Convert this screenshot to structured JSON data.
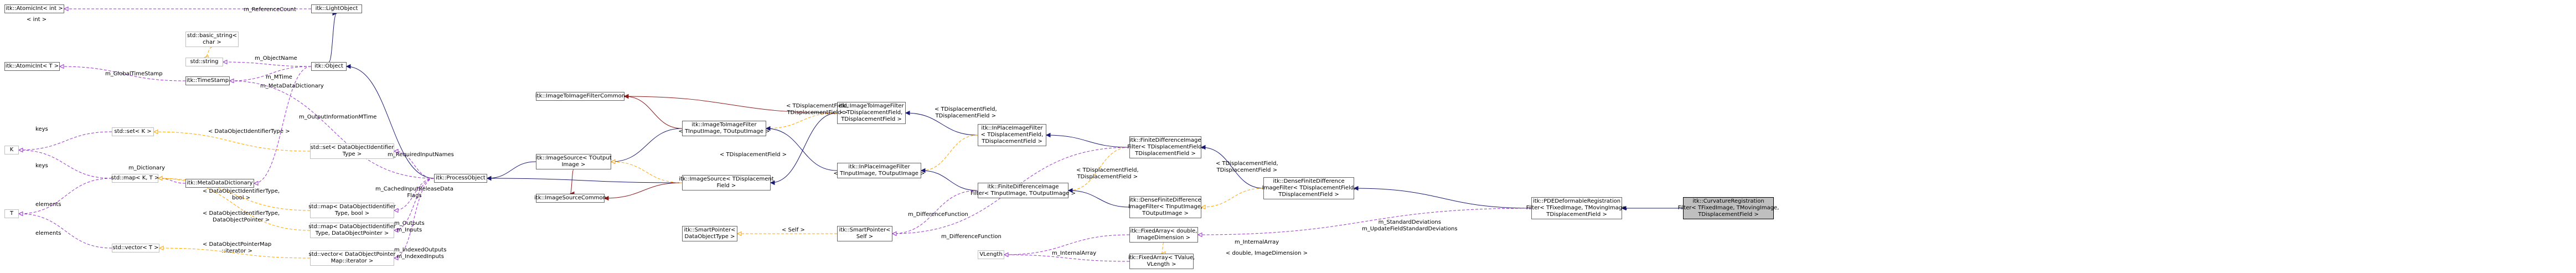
{
  "nodes": [
    {
      "id": "atomic_int",
      "text": "itk::AtomicInt< int >"
    },
    {
      "id": "basic_string",
      "text": "std::basic_string<\nchar >"
    },
    {
      "id": "atomic_T",
      "text": "itk::AtomicInt< T >"
    },
    {
      "id": "K",
      "text": "K"
    },
    {
      "id": "T",
      "text": "T"
    },
    {
      "id": "set_K",
      "text": "std::set< K >"
    },
    {
      "id": "map_KT",
      "text": "std::map< K, T >"
    },
    {
      "id": "vector_T",
      "text": "std::vector< T >"
    },
    {
      "id": "light_object",
      "text": "itk::LightObject"
    },
    {
      "id": "std_string",
      "text": "std::string"
    },
    {
      "id": "time_stamp",
      "text": "itk::TimeStamp"
    },
    {
      "id": "object",
      "text": "itk::Object"
    },
    {
      "id": "meta_data_dict",
      "text": "itk::MetaDataDictionary"
    },
    {
      "id": "set_doid",
      "text": "std::set< DataObjectIdentifier\nType >"
    },
    {
      "id": "map_doid_bool",
      "text": "std::map< DataObjectIdentifier\nType, bool >"
    },
    {
      "id": "map_doid_ptr",
      "text": "std::map< DataObjectIdentifier\nType, DataObjectPointer >"
    },
    {
      "id": "vector_dopm",
      "text": "std::vector< DataObjectPointer\nMap::iterator >"
    },
    {
      "id": "process_object",
      "text": "itk::ProcessObject"
    },
    {
      "id": "image_source_common",
      "text": "itk::ImageSourceCommon"
    },
    {
      "id": "image_source_toutput",
      "text": "itk::ImageSource< TOutput\nImage >"
    },
    {
      "id": "image_to_image_filter_common",
      "text": "itk::ImageToImageFilterCommon"
    },
    {
      "id": "image_to_image_filter_tin",
      "text": "itk::ImageToImageFilter\n< TInputImage, TOutputImage >"
    },
    {
      "id": "image_source_tdf",
      "text": "itk::ImageSource< TDisplacement\nField >"
    },
    {
      "id": "image_to_image_filter_tdf",
      "text": "itk::ImageToImageFilter\n< TDisplacementField,\nTDisplacementField >"
    },
    {
      "id": "inplace_tin",
      "text": "itk::InPlaceImageFilter\n< TInputImage, TOutputImage >"
    },
    {
      "id": "smart_pointer_self",
      "text": "itk::SmartPointer<\nSelf >"
    },
    {
      "id": "smart_pointer_dot",
      "text": "itk::SmartPointer<\nDataObjectType >"
    },
    {
      "id": "inplace_tdf",
      "text": "itk::InPlaceImageFilter\n< TDisplacementField,\nTDisplacementField >"
    },
    {
      "id": "fdi_filter_tin",
      "text": "itk::FiniteDifferenceImage\nFilter< TInputImage, TOutputImage >"
    },
    {
      "id": "dense_fdi_tin",
      "text": "itk::DenseFiniteDifference\nImageFilter< TInputImage,\nTOutputImage >"
    },
    {
      "id": "fdi_filter_tdf",
      "text": "itk::FiniteDifferenceImage\nFilter< TDisplacementField,\nTDisplacementField >"
    },
    {
      "id": "dense_fdi_tdf",
      "text": "itk::DenseFiniteDifference\nImageFilter< TDisplacementField,\nTDisplacementField >"
    },
    {
      "id": "fixed_array_double",
      "text": "itk::FixedArray< double,\nImageDimension >"
    },
    {
      "id": "vlength",
      "text": "VLength"
    },
    {
      "id": "fixed_array_tvalue",
      "text": "itk::FixedArray< TValue,\nVLength >"
    },
    {
      "id": "pde_deformable",
      "text": "itk::PDEDeformableRegistration\nFilter< TFixedImage, TMovingImage,\nTDisplacementField >"
    },
    {
      "id": "curvature_reg",
      "text": "itk::CurvatureRegistration\nFilter< TFixedImage, TMovingImage,\nTDisplacementField >"
    }
  ],
  "edge_labels": [
    {
      "id": "l_reference_count",
      "text": "m_ReferenceCount"
    },
    {
      "id": "l_int",
      "text": "< int >"
    },
    {
      "id": "l_object_name",
      "text": "m_ObjectName"
    },
    {
      "id": "l_mtime",
      "text": "m_MTime"
    },
    {
      "id": "l_global_time_stamp",
      "text": "m_GlobalTimeStamp"
    },
    {
      "id": "l_meta_data_dictionary",
      "text": "m_MetaDataDictionary"
    },
    {
      "id": "l_output_information_mtime",
      "text": "m_OutputInformationMTime"
    },
    {
      "id": "l_keys_set",
      "text": "keys"
    },
    {
      "id": "l_doid_type",
      "text": "< DataObjectIdentifierType >"
    },
    {
      "id": "l_required_input_names",
      "text": "m_RequiredInputNames"
    },
    {
      "id": "l_dictionary",
      "text": "m_Dictionary"
    },
    {
      "id": "l_keys_map",
      "text": "keys"
    },
    {
      "id": "l_cached_input",
      "text": "m_CachedInputReleaseData\nFlags"
    },
    {
      "id": "l_doid_bool",
      "text": "< DataObjectIdentifierType,\nbool >"
    },
    {
      "id": "l_outputs_inputs",
      "text": "m_Outputs\nm_Inputs"
    },
    {
      "id": "l_elements_map",
      "text": "elements"
    },
    {
      "id": "l_doid_ptr",
      "text": "< DataObjectIdentifierType,\nDataObjectPointer >"
    },
    {
      "id": "l_elements_vec",
      "text": "elements"
    },
    {
      "id": "l_dopm_iter",
      "text": "< DataObjectPointerMap\n::iterator >"
    },
    {
      "id": "l_indexed",
      "text": "m_IndexedOutputs\nm_IndexedInputs"
    },
    {
      "id": "l_tdf_1",
      "text": "< TDisplacementField >"
    },
    {
      "id": "l_tdf_2",
      "text": "< TDisplacementField,\nTDisplacementField >"
    },
    {
      "id": "l_tdf_3",
      "text": "< TDisplacementField,\nTDisplacementField >"
    },
    {
      "id": "l_tdf_4",
      "text": "< TDisplacementField,\nTDisplacementField >"
    },
    {
      "id": "l_tdf_5",
      "text": "< TDisplacementField,\nTDisplacementField >"
    },
    {
      "id": "l_self",
      "text": "< Self >"
    },
    {
      "id": "l_difference_function_1",
      "text": "m_DifferenceFunction"
    },
    {
      "id": "l_difference_function_2",
      "text": "m_DifferenceFunction"
    },
    {
      "id": "l_internal_array_1",
      "text": "m_InternalArray"
    },
    {
      "id": "l_internal_array_2",
      "text": "m_InternalArray"
    },
    {
      "id": "l_double_dim",
      "text": "< double, ImageDimension >"
    },
    {
      "id": "l_std_dev",
      "text": "m_StandardDeviations\nm_UpdateFieldStandardDeviations"
    }
  ],
  "colors": {
    "inheritance": "#191970",
    "private_inheritance": "#8b1a1a",
    "usage": "#9a32cd",
    "template": "#ffa500",
    "node_border": "#666666",
    "focus_fill": "#bfbfbf"
  }
}
